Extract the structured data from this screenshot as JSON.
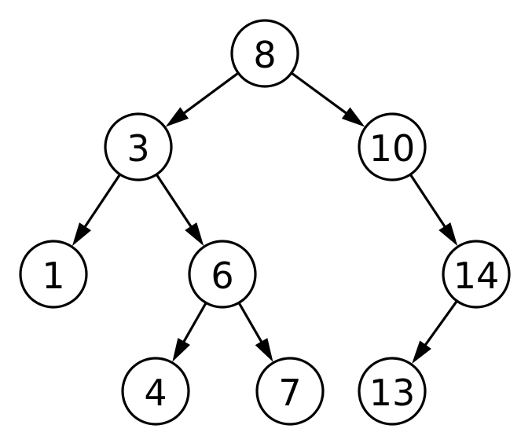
{
  "diagram": {
    "type": "binary-search-tree",
    "nodes": [
      {
        "id": "n8",
        "label": "8"
      },
      {
        "id": "n3",
        "label": "3"
      },
      {
        "id": "n10",
        "label": "10"
      },
      {
        "id": "n1",
        "label": "1"
      },
      {
        "id": "n6",
        "label": "6"
      },
      {
        "id": "n14",
        "label": "14"
      },
      {
        "id": "n4",
        "label": "4"
      },
      {
        "id": "n7",
        "label": "7"
      },
      {
        "id": "n13",
        "label": "13"
      }
    ],
    "edges": [
      {
        "from": "n8",
        "to": "n3"
      },
      {
        "from": "n8",
        "to": "n10"
      },
      {
        "from": "n3",
        "to": "n1"
      },
      {
        "from": "n3",
        "to": "n6"
      },
      {
        "from": "n10",
        "to": "n14"
      },
      {
        "from": "n6",
        "to": "n4"
      },
      {
        "from": "n6",
        "to": "n7"
      },
      {
        "from": "n14",
        "to": "n13"
      }
    ],
    "colors": {
      "stroke": "#000000",
      "fill": "#ffffff",
      "background": "#ffffff"
    }
  }
}
